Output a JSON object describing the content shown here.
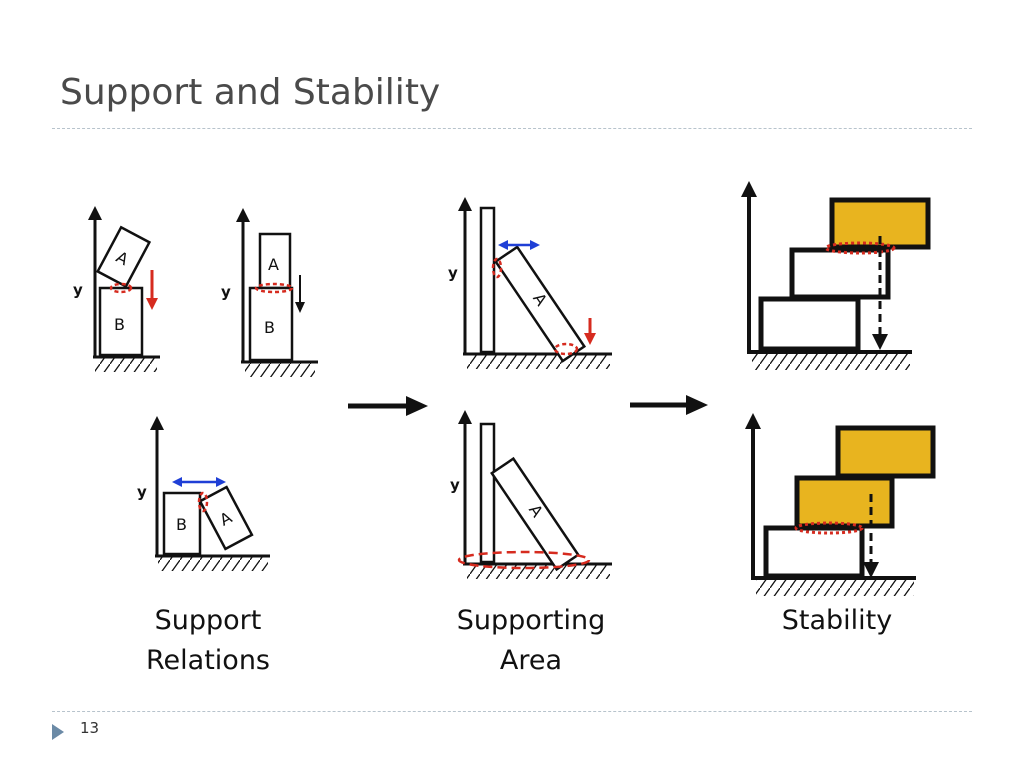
{
  "slide": {
    "title": "Support and Stability",
    "page_number": "13"
  },
  "captions": {
    "support_relations": [
      "Support",
      "Relations"
    ],
    "supporting_area": [
      "Supporting",
      "Area"
    ],
    "stability": [
      "Stability"
    ]
  },
  "diagram_labels": {
    "axis_y": "y",
    "box_a": "A",
    "box_b": "B"
  },
  "colors": {
    "title": "#4a4a4a",
    "support_marker": "#d62b1f",
    "motion_arrow": "#1f3fd6",
    "stable_block": "#e8b41f",
    "page_marker": "#6b8aa6"
  }
}
